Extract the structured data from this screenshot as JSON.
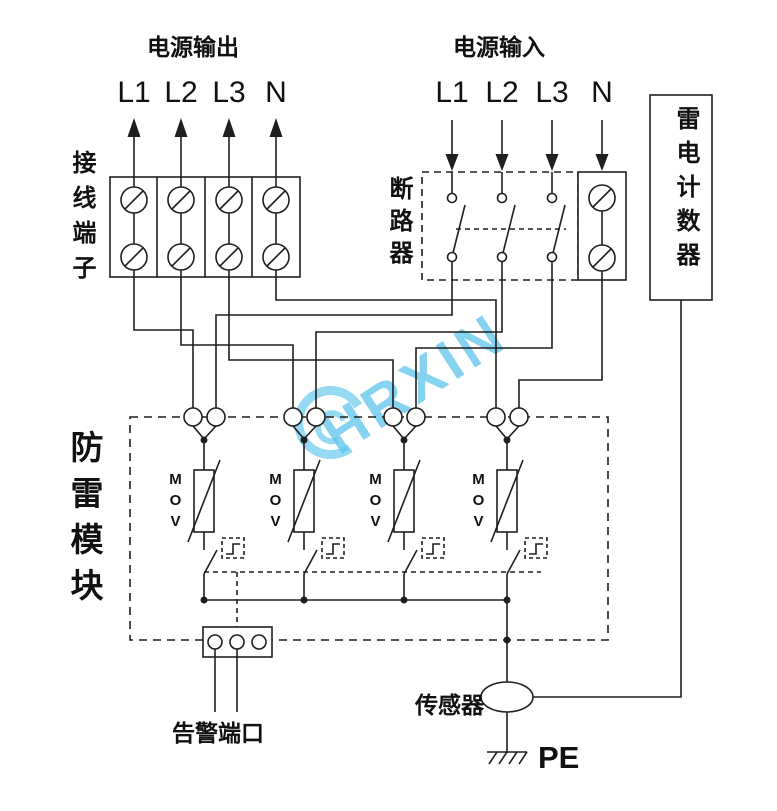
{
  "diagram": {
    "power_output_label": "电源输出",
    "power_input_label": "电源输入",
    "terminal_block_label": "接线端子",
    "breaker_label": "断路器",
    "counter_label": "雷电计数器",
    "spd_module_label": "防雷模块",
    "alarm_port_label": "告警端口",
    "sensor_label": "传感器",
    "pe_label": "PE",
    "watermark_text": "HRXIN",
    "output_lines": [
      "L1",
      "L2",
      "L3",
      "N"
    ],
    "input_lines": [
      "L1",
      "L2",
      "L3",
      "N"
    ],
    "mov_units": [
      {
        "label": "MOV"
      },
      {
        "label": "MOV"
      },
      {
        "label": "MOV"
      },
      {
        "label": "MOV"
      }
    ],
    "colors": {
      "line": "#1f1f1f",
      "watermark": "#5ec4ec"
    }
  }
}
